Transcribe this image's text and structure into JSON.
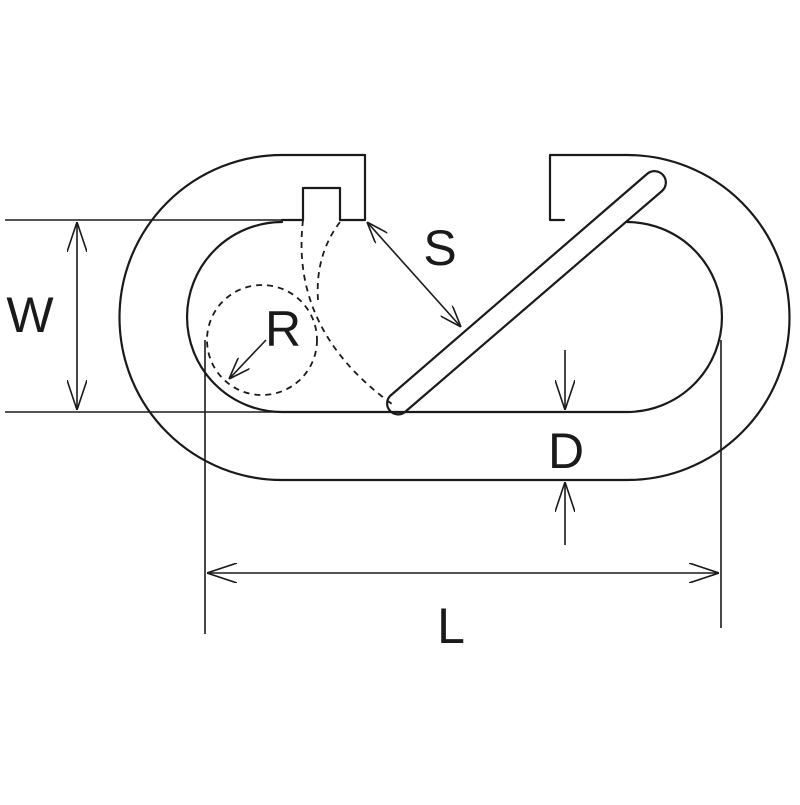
{
  "diagram": {
    "labels": {
      "width": "W",
      "gate_opening": "S",
      "inner_radius": "R",
      "wire_diameter": "D",
      "length": "L"
    },
    "colors": {
      "stroke": "#1a1a1a",
      "background": "#ffffff"
    }
  }
}
